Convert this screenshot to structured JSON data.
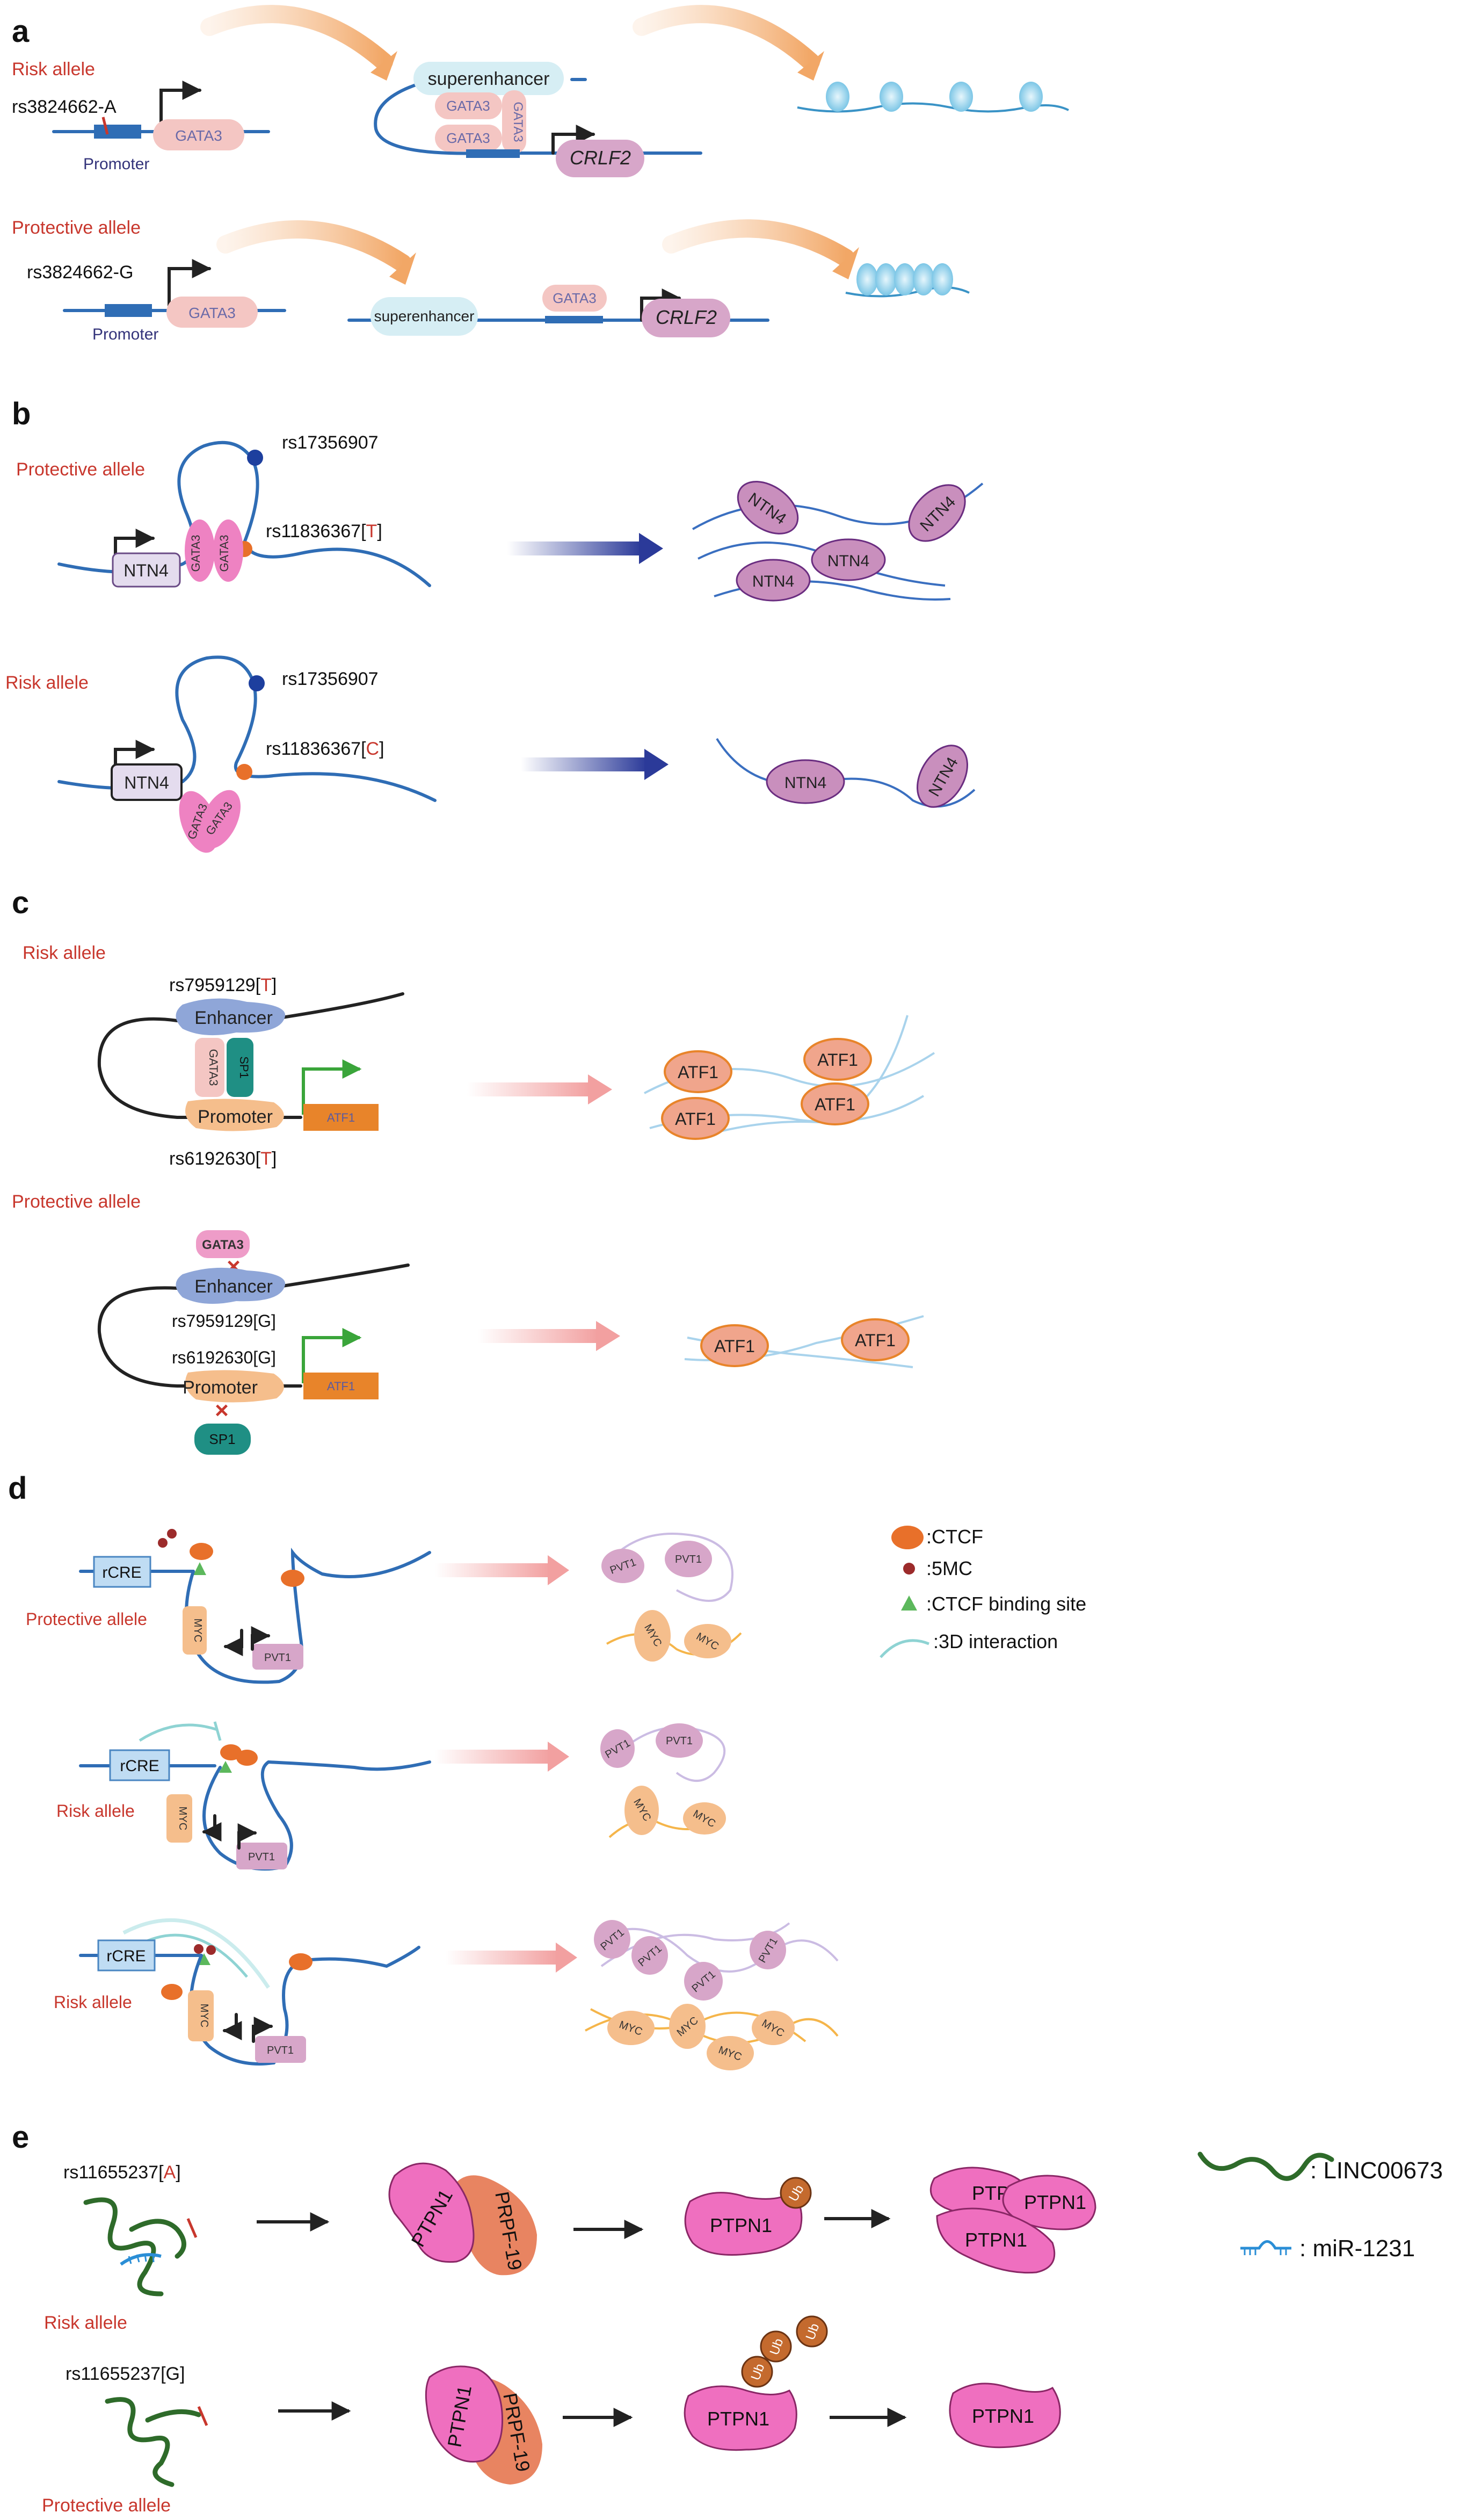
{
  "panels": {
    "a": {
      "label": "a",
      "risk_allele": "Risk allele",
      "protective_allele": "Protective allele",
      "snp_risk": "rs3824662-A",
      "snp_protective": "rs3824662-G",
      "promoter": "Promoter",
      "gata3": "GATA3",
      "superenhancer_risk": "superenhancer",
      "superenhancer_protective": "superenhancer",
      "crlf2": "CRLF2"
    },
    "b": {
      "label": "b",
      "protective_allele": "Protective allele",
      "risk_allele": "Risk allele",
      "snp1": "rs17356907",
      "snp2_prefix": "rs11836367[",
      "snp2_protective_base": "T",
      "snp2_risk_base": "C",
      "snp2_suffix": "]",
      "ntn4": "NTN4",
      "gata3": "GATA3"
    },
    "c": {
      "label": "c",
      "risk_allele": "Risk allele",
      "protective_allele": "Protective allele",
      "snp_enh_prefix": "rs7959129[",
      "snp_enh_risk_base": "T",
      "snp_enh_suffix": "]",
      "snp_enh_protective": "rs7959129[G]",
      "snp_prom_prefix": "rs6192630[",
      "snp_prom_risk_base": "T",
      "snp_prom_suffix": "]",
      "snp_prom_protective": "rs6192630[G]",
      "enhancer": "Enhancer",
      "promoter": "Promoter",
      "gata3": "GATA3",
      "sp1": "SP1",
      "atf1": "ATF1"
    },
    "d": {
      "label": "d",
      "protective_allele": "Protective allele",
      "risk_allele_1": "Risk allele",
      "risk_allele_2": "Risk allele",
      "rcre": "rCRE",
      "myc": "MYC",
      "pvt1": "PVT1",
      "legend": {
        "ctcf": ":CTCF",
        "mc5": ":5MC",
        "ctcf_site": ":CTCF binding site",
        "interaction": ":3D interaction"
      }
    },
    "e": {
      "label": "e",
      "snp_risk_prefix": "rs11655237[",
      "snp_risk_base": "A",
      "snp_risk_suffix": "]",
      "snp_protective": "rs11655237[G]",
      "risk_allele": "Risk allele",
      "protective_allele": "Protective allele",
      "ptpn1": "PTPN1",
      "ptpn1_partial": "PTPN",
      "prpf19": "PRPF-19",
      "ub": "Ub",
      "legend_linc": ": LINC00673",
      "legend_mir": ": miR-1231"
    }
  },
  "colors": {
    "dna_blue": "#2f6db5",
    "risk_red": "#c8372d",
    "gata3_pink": "#f4c6c3",
    "crlf2_purple": "#d7a6c9",
    "ntn4_purple": "#c98fbd",
    "atf1_orange": "#f0a58c",
    "enhancer_blue": "#8fa6d8",
    "sp1_teal": "#1f8f84",
    "myc_orange": "#f5be8c",
    "ctcf_orange": "#e8702a",
    "ptpn1_pink": "#ef6fbf",
    "prpf19_orange": "#e88461",
    "ub_brown": "#c46a2e"
  },
  "icons": [
    "curved-process-arrow-icon",
    "gradient-arrow-icon",
    "ctcf-icon",
    "5mc-dot-icon",
    "ctcf-site-triangle-icon",
    "3d-interaction-icon",
    "lncrna-icon",
    "mirna-icon",
    "ubiquitin-icon"
  ]
}
